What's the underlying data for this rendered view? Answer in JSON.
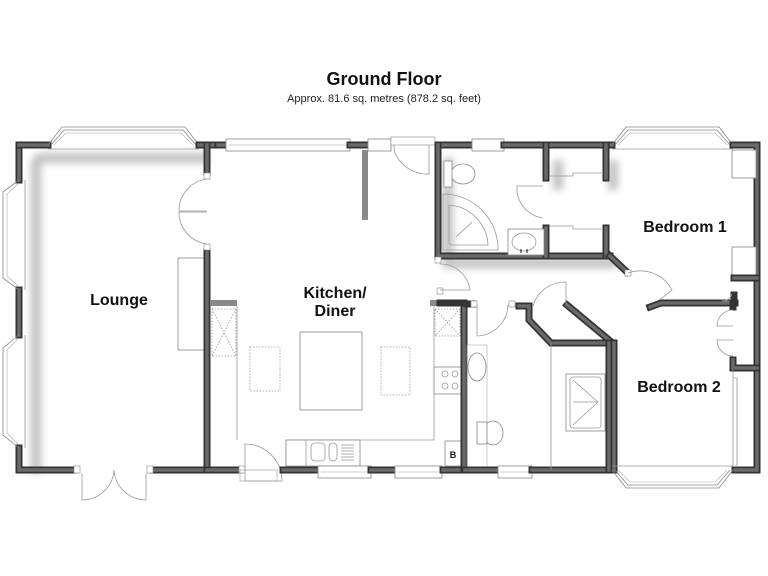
{
  "header": {
    "title": "Ground Floor",
    "subtitle": "Approx. 81.6 sq. metres (878.2 sq. feet)"
  },
  "rooms": {
    "lounge": {
      "label": "Lounge"
    },
    "kitchen": {
      "label_line1": "Kitchen/",
      "label_line2": "Diner"
    },
    "bedroom1": {
      "label": "Bedroom 1"
    },
    "bedroom2": {
      "label": "Bedroom 2"
    }
  },
  "fixtures": {
    "boiler_label": "B"
  },
  "colors": {
    "wall_dark": "#333333",
    "wall_fill": "#6a6a6a",
    "line": "#999999",
    "text": "#111111",
    "background": "#ffffff"
  }
}
